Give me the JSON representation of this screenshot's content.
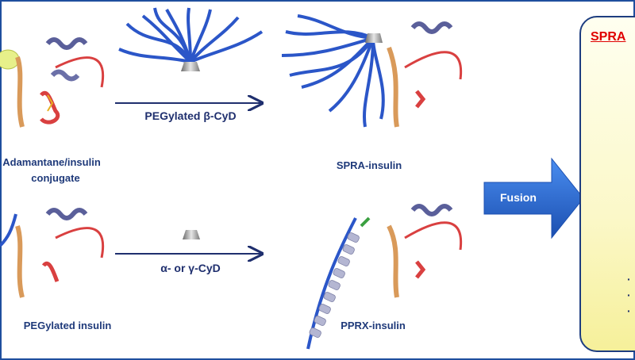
{
  "labels": {
    "adamantane_line1": "Adamantane/insulin",
    "adamantane_line2": "conjugate",
    "spra": "SPRA-insulin",
    "pegylated_insulin": "PEGylated insulin",
    "pprx": "PPRX-insulin"
  },
  "arrows": {
    "top_reagent": "PEGylated β-CyD",
    "bottom_reagent": "α- or γ-CyD"
  },
  "fusion": "Fusion",
  "panel": {
    "title": "SPRA",
    "bullets": [
      "·",
      "·",
      "·"
    ]
  },
  "colors": {
    "frame": "#1f4e9e",
    "peg": "#2b56c8",
    "fusion_arrow": "#2d6ed6",
    "panel_title": "#e00000",
    "helix": "#a7a9c9",
    "strand": "#d94040"
  }
}
